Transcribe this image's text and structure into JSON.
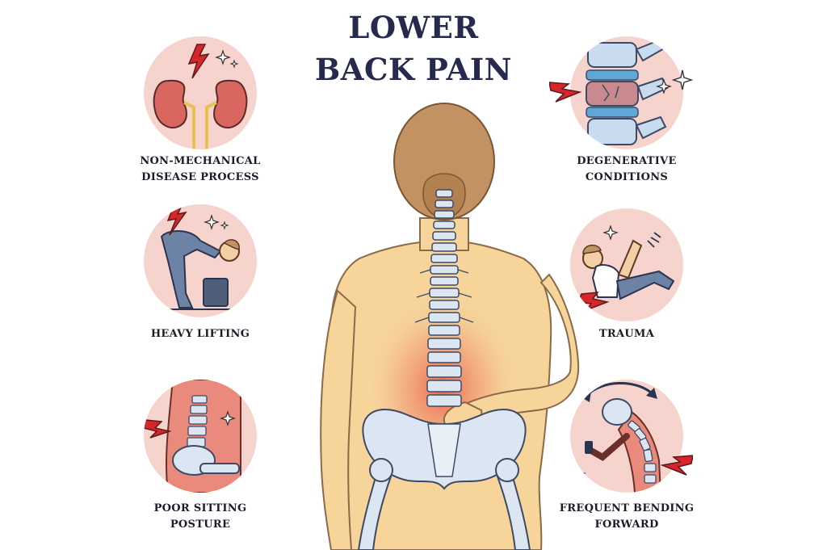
{
  "title": {
    "line1": "LOWER",
    "line2": "BACK PAIN"
  },
  "causes": {
    "non_mechanical": {
      "line1": "NON-MECHANICAL",
      "line2": "DISEASE PROCESS"
    },
    "heavy_lifting": {
      "line1": "HEAVY LIFTING"
    },
    "poor_sitting": {
      "line1": "POOR SITTING",
      "line2": "POSTURE"
    },
    "degenerative": {
      "line1": "DEGENERATIVE",
      "line2": "CONDITIONS"
    },
    "trauma": {
      "line1": "TRAUMA"
    },
    "frequent_bending": {
      "line1": "FREQUENT BENDING",
      "line2": "FORWARD"
    }
  },
  "colors": {
    "title": "#252a4e",
    "circle_bg": "#f6d3cd",
    "skin": "#f6d49a",
    "pain": "#e8553e",
    "bone": "#dbe6f2",
    "bone_outline": "#3c4a66",
    "hair": "#b88a5a",
    "alert": "#d6262b"
  },
  "icons": {
    "pain_bolt": "lightning-bolt-icon",
    "sparkle": "sparkle-icon",
    "arrow": "curved-arrow-icon"
  }
}
